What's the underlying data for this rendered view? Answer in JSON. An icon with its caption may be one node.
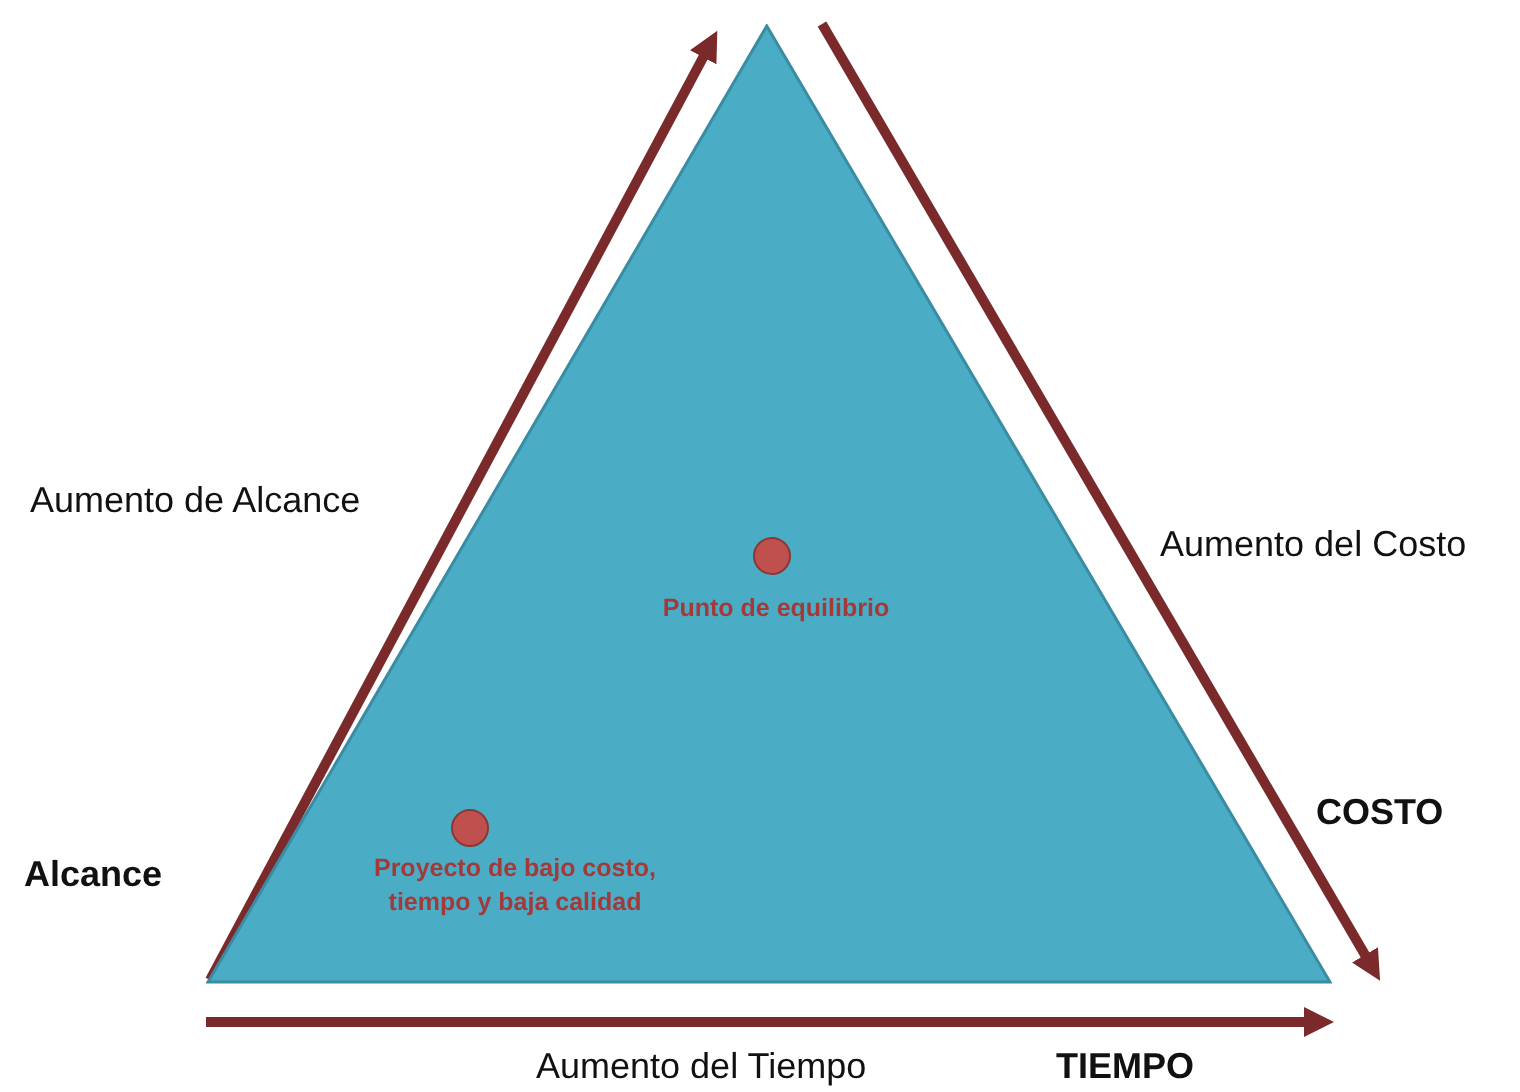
{
  "diagram": {
    "nodes": [
      {
        "text": [],
        "shape": "triangle"
      },
      {
        "text": [],
        "shape": "circle",
        "in": 0,
        "beside": [
          "Punto de equilibrio"
        ]
      },
      {
        "text": [],
        "shape": "circle",
        "in": 0,
        "beside": [
          "Proyecto de bajo costo, tiempo y baja calidad"
        ]
      }
    ],
    "edges": [],
    "labels": [
      "Aumento de Alcance",
      "Aumento del Costo",
      "Alcance",
      "COSTO",
      "Aumento del Tiempo",
      "TIEMPO"
    ]
  }
}
